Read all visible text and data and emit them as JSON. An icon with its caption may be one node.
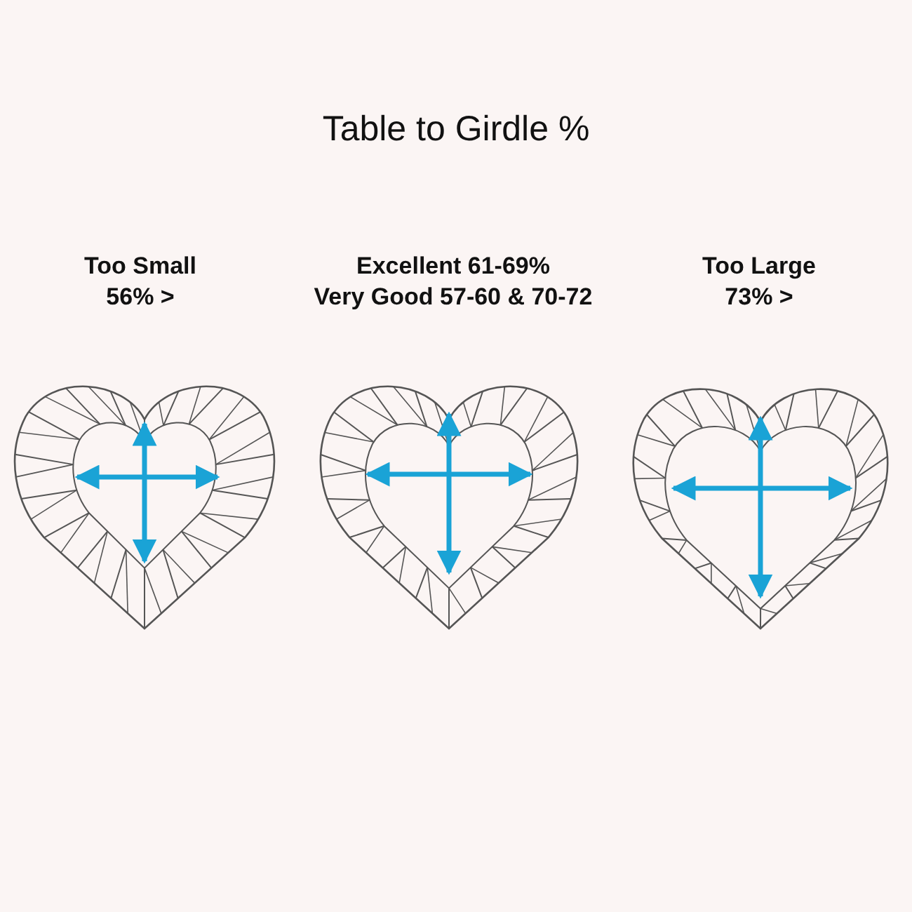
{
  "diagram": {
    "title": "Table to Girdle %",
    "labels": [
      "Too Small",
      "56% >",
      "Excellent 61-69%",
      "Very Good 57-60 & 70-72",
      "Too Large",
      "73% >"
    ]
  }
}
